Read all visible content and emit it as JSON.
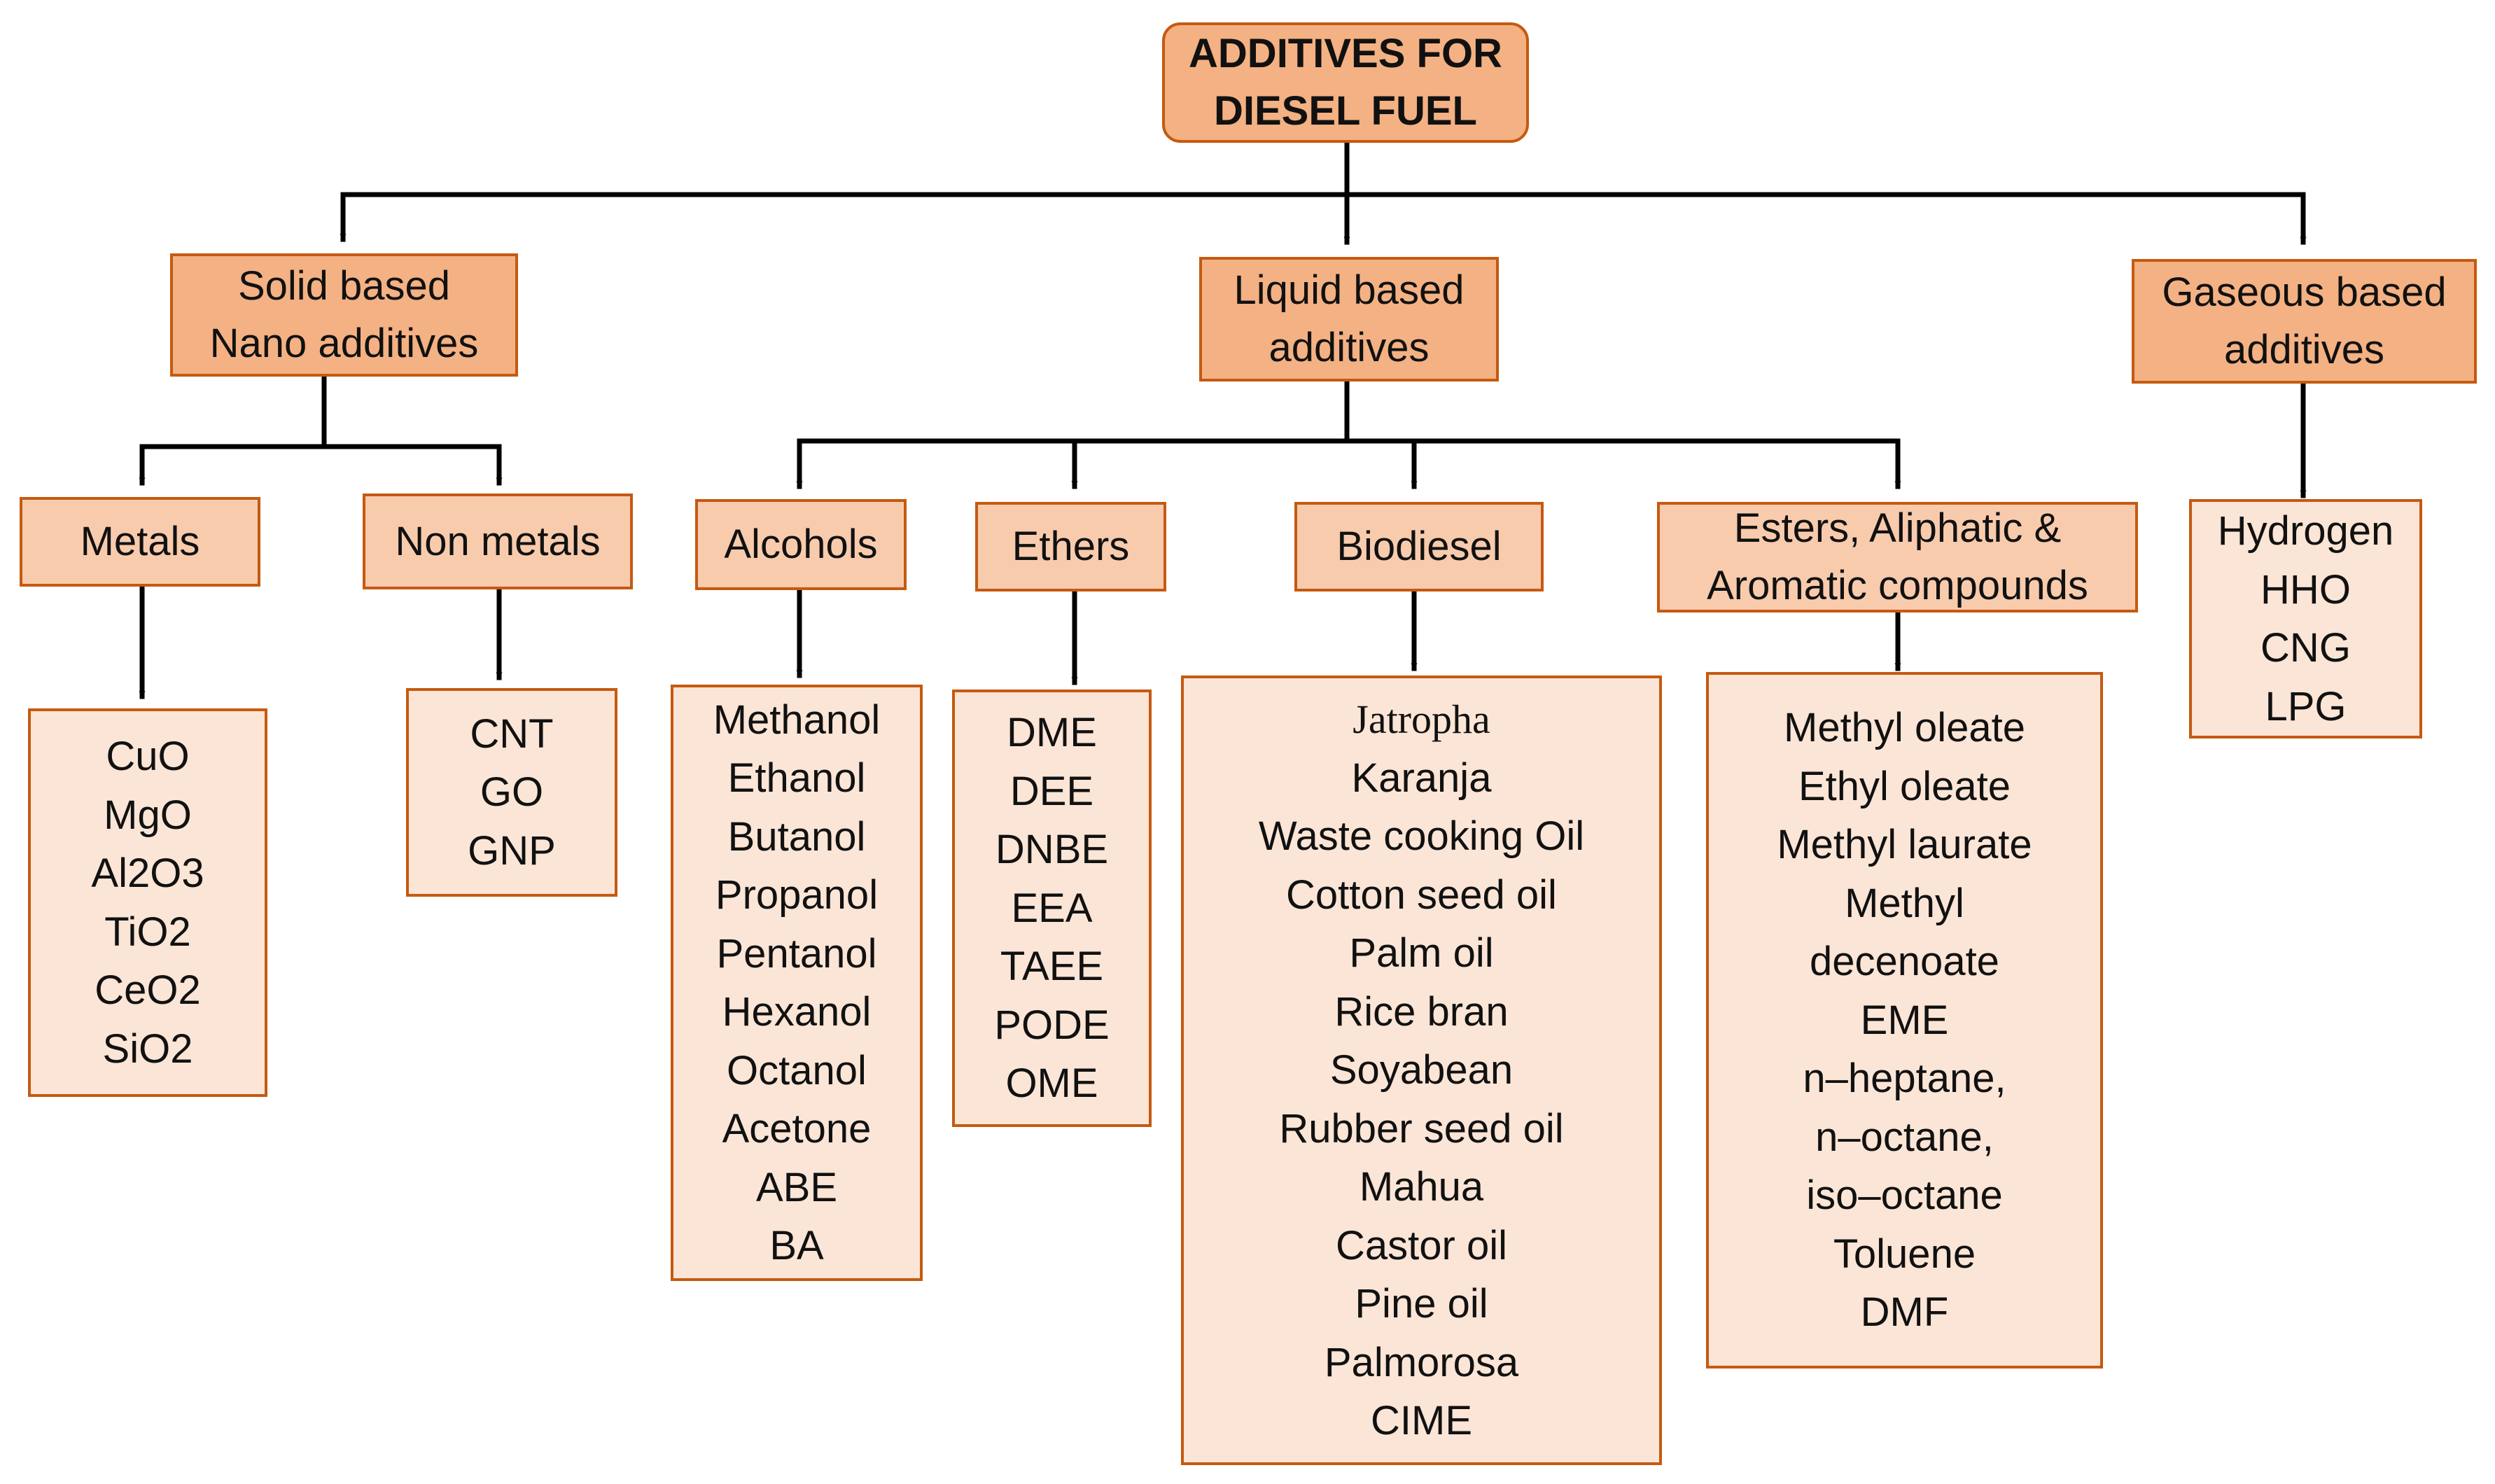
{
  "root": {
    "lines": [
      "ADDITIVES FOR",
      "DIESEL FUEL"
    ]
  },
  "categories": {
    "solid": {
      "lines": [
        "Solid based",
        "Nano additives"
      ]
    },
    "liquid": {
      "lines": [
        "Liquid based",
        "additives"
      ]
    },
    "gaseous": {
      "lines": [
        "Gaseous based",
        "additives"
      ]
    }
  },
  "subcategories": {
    "metals": {
      "label": "Metals"
    },
    "non_metals": {
      "label": "Non metals"
    },
    "alcohols": {
      "label": "Alcohols"
    },
    "ethers": {
      "label": "Ethers"
    },
    "biodiesel": {
      "label": "Biodiesel"
    },
    "esters": {
      "lines": [
        "Esters, Aliphatic &",
        "Aromatic compounds"
      ]
    }
  },
  "lists": {
    "metals": [
      "CuO",
      "MgO",
      "Al2O3",
      "TiO2",
      "CeO2",
      "SiO2"
    ],
    "non_metals": [
      "CNT",
      "GO",
      "GNP"
    ],
    "alcohols": [
      "Methanol",
      "Ethanol",
      "Butanol",
      "Propanol",
      "Pentanol",
      "Hexanol",
      "Octanol",
      "Acetone",
      "ABE",
      "BA"
    ],
    "ethers": [
      "DME",
      "DEE",
      "DNBE",
      "EEA",
      "TAEE",
      "PODE",
      "OME"
    ],
    "biodiesel": [
      "Jatropha",
      "Karanja",
      "Waste cooking Oil",
      "Cotton seed oil",
      "Palm oil",
      "Rice bran",
      "Soyabean",
      "Rubber seed oil",
      "Mahua",
      "Castor oil",
      "Pine oil",
      "Palmorosa",
      "CIME"
    ],
    "esters": [
      "Methyl oleate",
      "Ethyl oleate",
      "Methyl laurate",
      "Methyl",
      "decenoate",
      "EME",
      "n–heptane,",
      "n–octane,",
      "iso–octane",
      "Toluene",
      "DMF"
    ],
    "gaseous": [
      "Hydrogen",
      "HHO",
      "CNG",
      "LPG"
    ]
  },
  "colors": {
    "box_dark_fill": "#f4b183",
    "box_mid_fill": "#f8cbad",
    "box_light_fill": "#fbe5d6",
    "box_border": "#c55a11",
    "connector": "#000000"
  }
}
